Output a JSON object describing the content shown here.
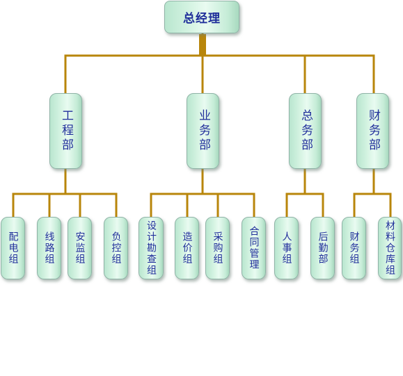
{
  "chart": {
    "root": {
      "label": "总经理",
      "departments": [
        {
          "label": "工程部",
          "teams": [
            "配电组",
            "线路组",
            "安监组",
            "负控组"
          ]
        },
        {
          "label": "业务部",
          "teams": [
            "设计勘查组",
            "造价组",
            "采购组",
            "合同管理"
          ]
        },
        {
          "label": "总务部",
          "teams": [
            "人事组",
            "后勤部"
          ]
        },
        {
          "label": "财务部",
          "teams": [
            "财务组",
            "材料仓库组"
          ]
        }
      ]
    }
  },
  "colors": {
    "connector": "#b8860b",
    "node_fill": "#d6f4e3",
    "node_border": "#8fb3a6",
    "text": "#1f2e9a"
  }
}
